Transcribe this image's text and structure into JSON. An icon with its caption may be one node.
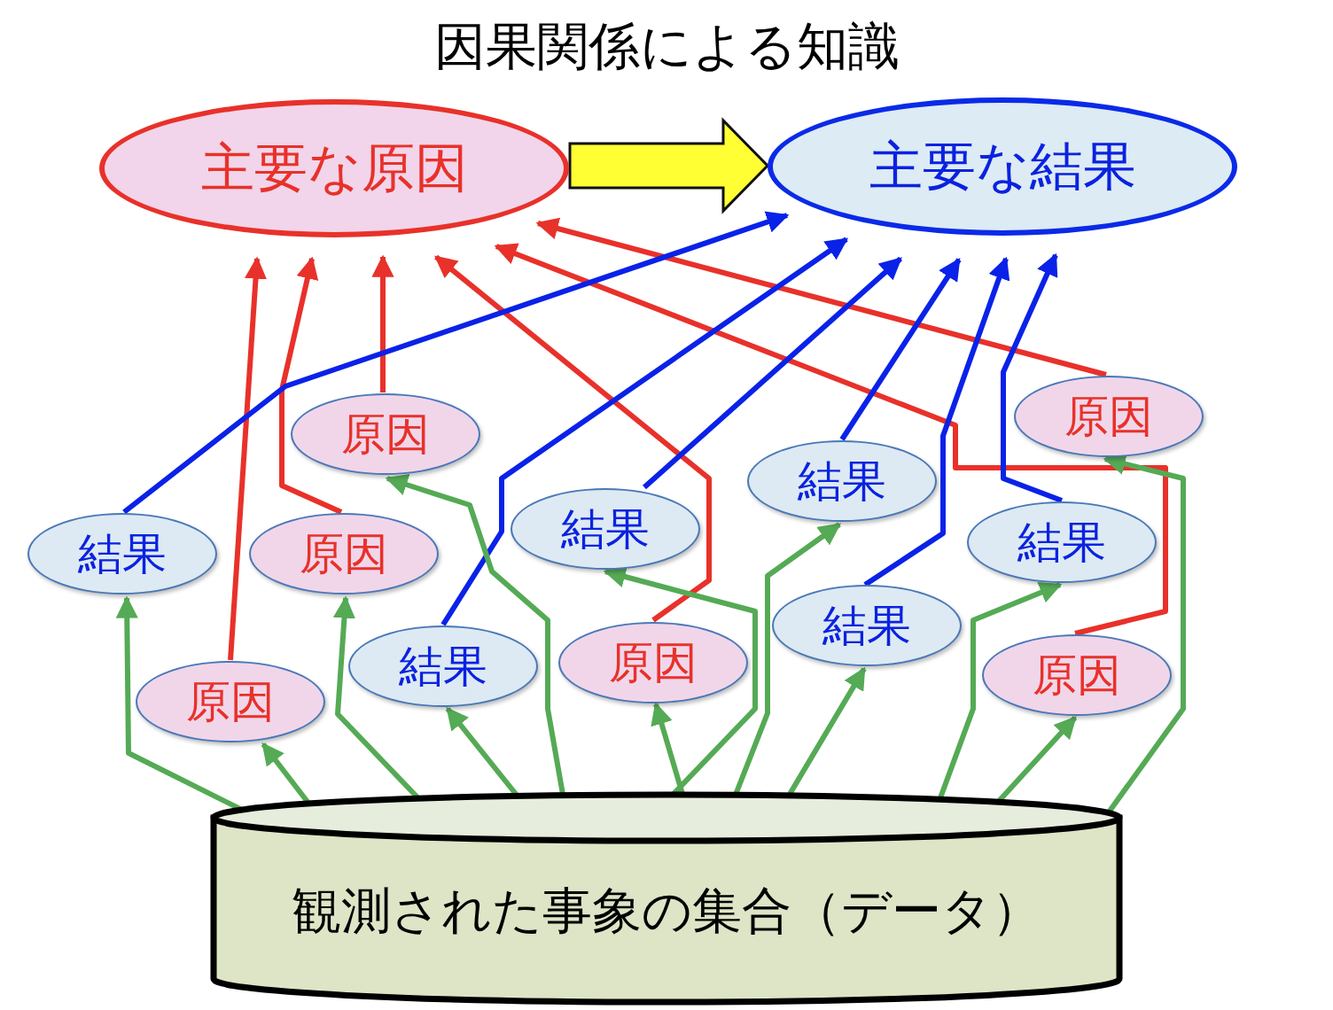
{
  "diagram": {
    "title": "因果関係による知識",
    "nodes": [
      {
        "text": [
          "主要な原因"
        ]
      },
      {
        "text": [
          "主要な結果"
        ]
      },
      {
        "text": [
          "原因"
        ]
      },
      {
        "text": [
          "原因"
        ]
      },
      {
        "text": [
          "結果"
        ]
      },
      {
        "text": [
          "結果"
        ]
      },
      {
        "text": [
          "結果"
        ]
      },
      {
        "text": [
          "原因"
        ]
      },
      {
        "text": [
          "結果"
        ]
      },
      {
        "text": [
          "結果"
        ]
      },
      {
        "text": [
          "原因"
        ]
      },
      {
        "text": [
          "結果"
        ]
      },
      {
        "text": [
          "原因"
        ]
      },
      {
        "text": [
          "原因"
        ]
      },
      {
        "text": [
          "観測された事象の集合（データ）"
        ]
      }
    ],
    "edges": [
      {
        "from": 12,
        "to": 0,
        "arrow": "to",
        "color": "#e8312a"
      },
      {
        "from": 7,
        "to": 0,
        "arrow": "to",
        "color": "#e8312a"
      },
      {
        "from": 2,
        "to": 0,
        "arrow": "to",
        "color": "#e8312a"
      },
      {
        "from": 10,
        "to": 0,
        "arrow": "to",
        "color": "#e8312a"
      },
      {
        "from": 13,
        "to": 0,
        "arrow": "to",
        "color": "#e8312a"
      },
      {
        "from": 3,
        "to": 0,
        "arrow": "to",
        "color": "#e8312a"
      },
      {
        "from": 6,
        "to": 1,
        "arrow": "to",
        "color": "#0a22e8"
      },
      {
        "from": 9,
        "to": 1,
        "arrow": "to",
        "color": "#0a22e8"
      },
      {
        "from": 4,
        "to": 1,
        "arrow": "to",
        "color": "#0a22e8"
      },
      {
        "from": 5,
        "to": 1,
        "arrow": "to",
        "color": "#0a22e8"
      },
      {
        "from": 11,
        "to": 1,
        "arrow": "to",
        "color": "#0a22e8"
      },
      {
        "from": 8,
        "to": 1,
        "arrow": "to",
        "color": "#0a22e8"
      },
      {
        "from": 14,
        "to": 6,
        "arrow": "to"
      },
      {
        "from": 14,
        "to": 12,
        "arrow": "to"
      },
      {
        "from": 14,
        "to": 7,
        "arrow": "to"
      },
      {
        "from": 14,
        "to": 2,
        "arrow": "to"
      },
      {
        "from": 14,
        "to": 9,
        "arrow": "to"
      },
      {
        "from": 14,
        "to": 4,
        "arrow": "to"
      },
      {
        "from": 14,
        "to": 10,
        "arrow": "to"
      },
      {
        "from": 14,
        "to": 5,
        "arrow": "to"
      },
      {
        "from": 14,
        "to": 11,
        "arrow": "to"
      },
      {
        "from": 14,
        "to": 3,
        "arrow": "to"
      },
      {
        "from": 14,
        "to": 8,
        "arrow": "to"
      },
      {
        "from": 14,
        "to": 13,
        "arrow": "to"
      },
      {
        "from": 0,
        "to": 1,
        "arrow": "to",
        "style": "thick",
        "color": "#ffff33"
      }
    ]
  }
}
